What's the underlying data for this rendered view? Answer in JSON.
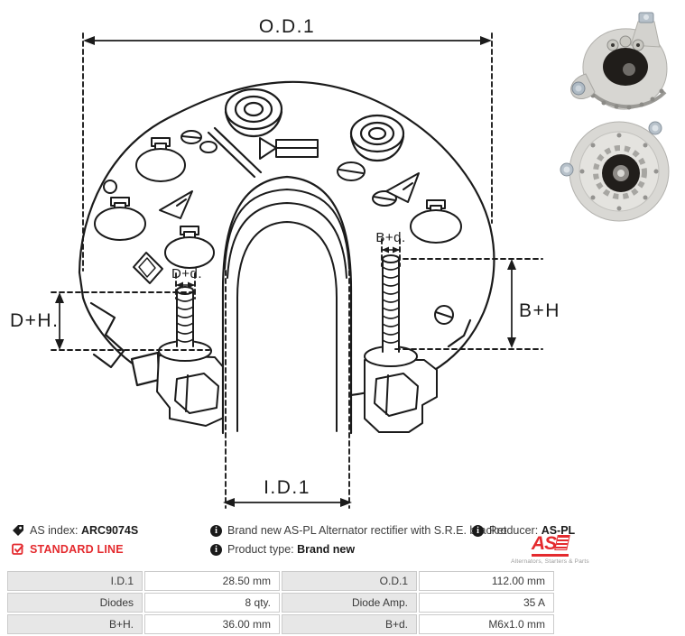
{
  "drawing": {
    "dim_od1": "O.D.1",
    "dim_id1": "I.D.1",
    "dim_dh": "D+H.",
    "dim_bh": "B+H.",
    "dim_dd": "D+d.",
    "dim_bd": "B+d."
  },
  "product": {
    "index_label": "AS index:",
    "index_value": "ARC9074S",
    "description": "Brand new AS-PL Alternator rectifier with S.R.E. bracket",
    "producer_label": "Producer:",
    "producer_value": "AS-PL",
    "line_label": "STANDARD LINE",
    "type_label": "Product type:",
    "type_value": "Brand new",
    "logo_text": "AS",
    "logo_subtext": "Alternators, Starters & Parts"
  },
  "colors": {
    "accent_red": "#e42a2e",
    "line_color": "#1b1b1b",
    "table_label_bg": "#e7e7e7",
    "table_border": "#cbcbcb"
  },
  "specs": {
    "rows": [
      {
        "l1": "I.D.1",
        "v1": "28.50 mm",
        "l2": "O.D.1",
        "v2": "112.00 mm"
      },
      {
        "l1": "Diodes",
        "v1": "8 qty.",
        "l2": "Diode Amp.",
        "v2": "35 A"
      },
      {
        "l1": "B+H.",
        "v1": "36.00 mm",
        "l2": "B+d.",
        "v2": "M6x1.0 mm"
      }
    ]
  }
}
